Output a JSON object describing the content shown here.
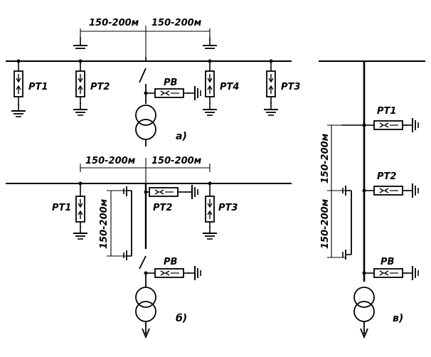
{
  "distance": "150-200м",
  "arrester_labels": {
    "rt1": "РТ1",
    "rt2": "РТ2",
    "rt3": "РТ3",
    "rt4": "РТ4",
    "rv": "РВ"
  },
  "panel_labels": {
    "a": "а)",
    "b": "б)",
    "v": "в)"
  }
}
